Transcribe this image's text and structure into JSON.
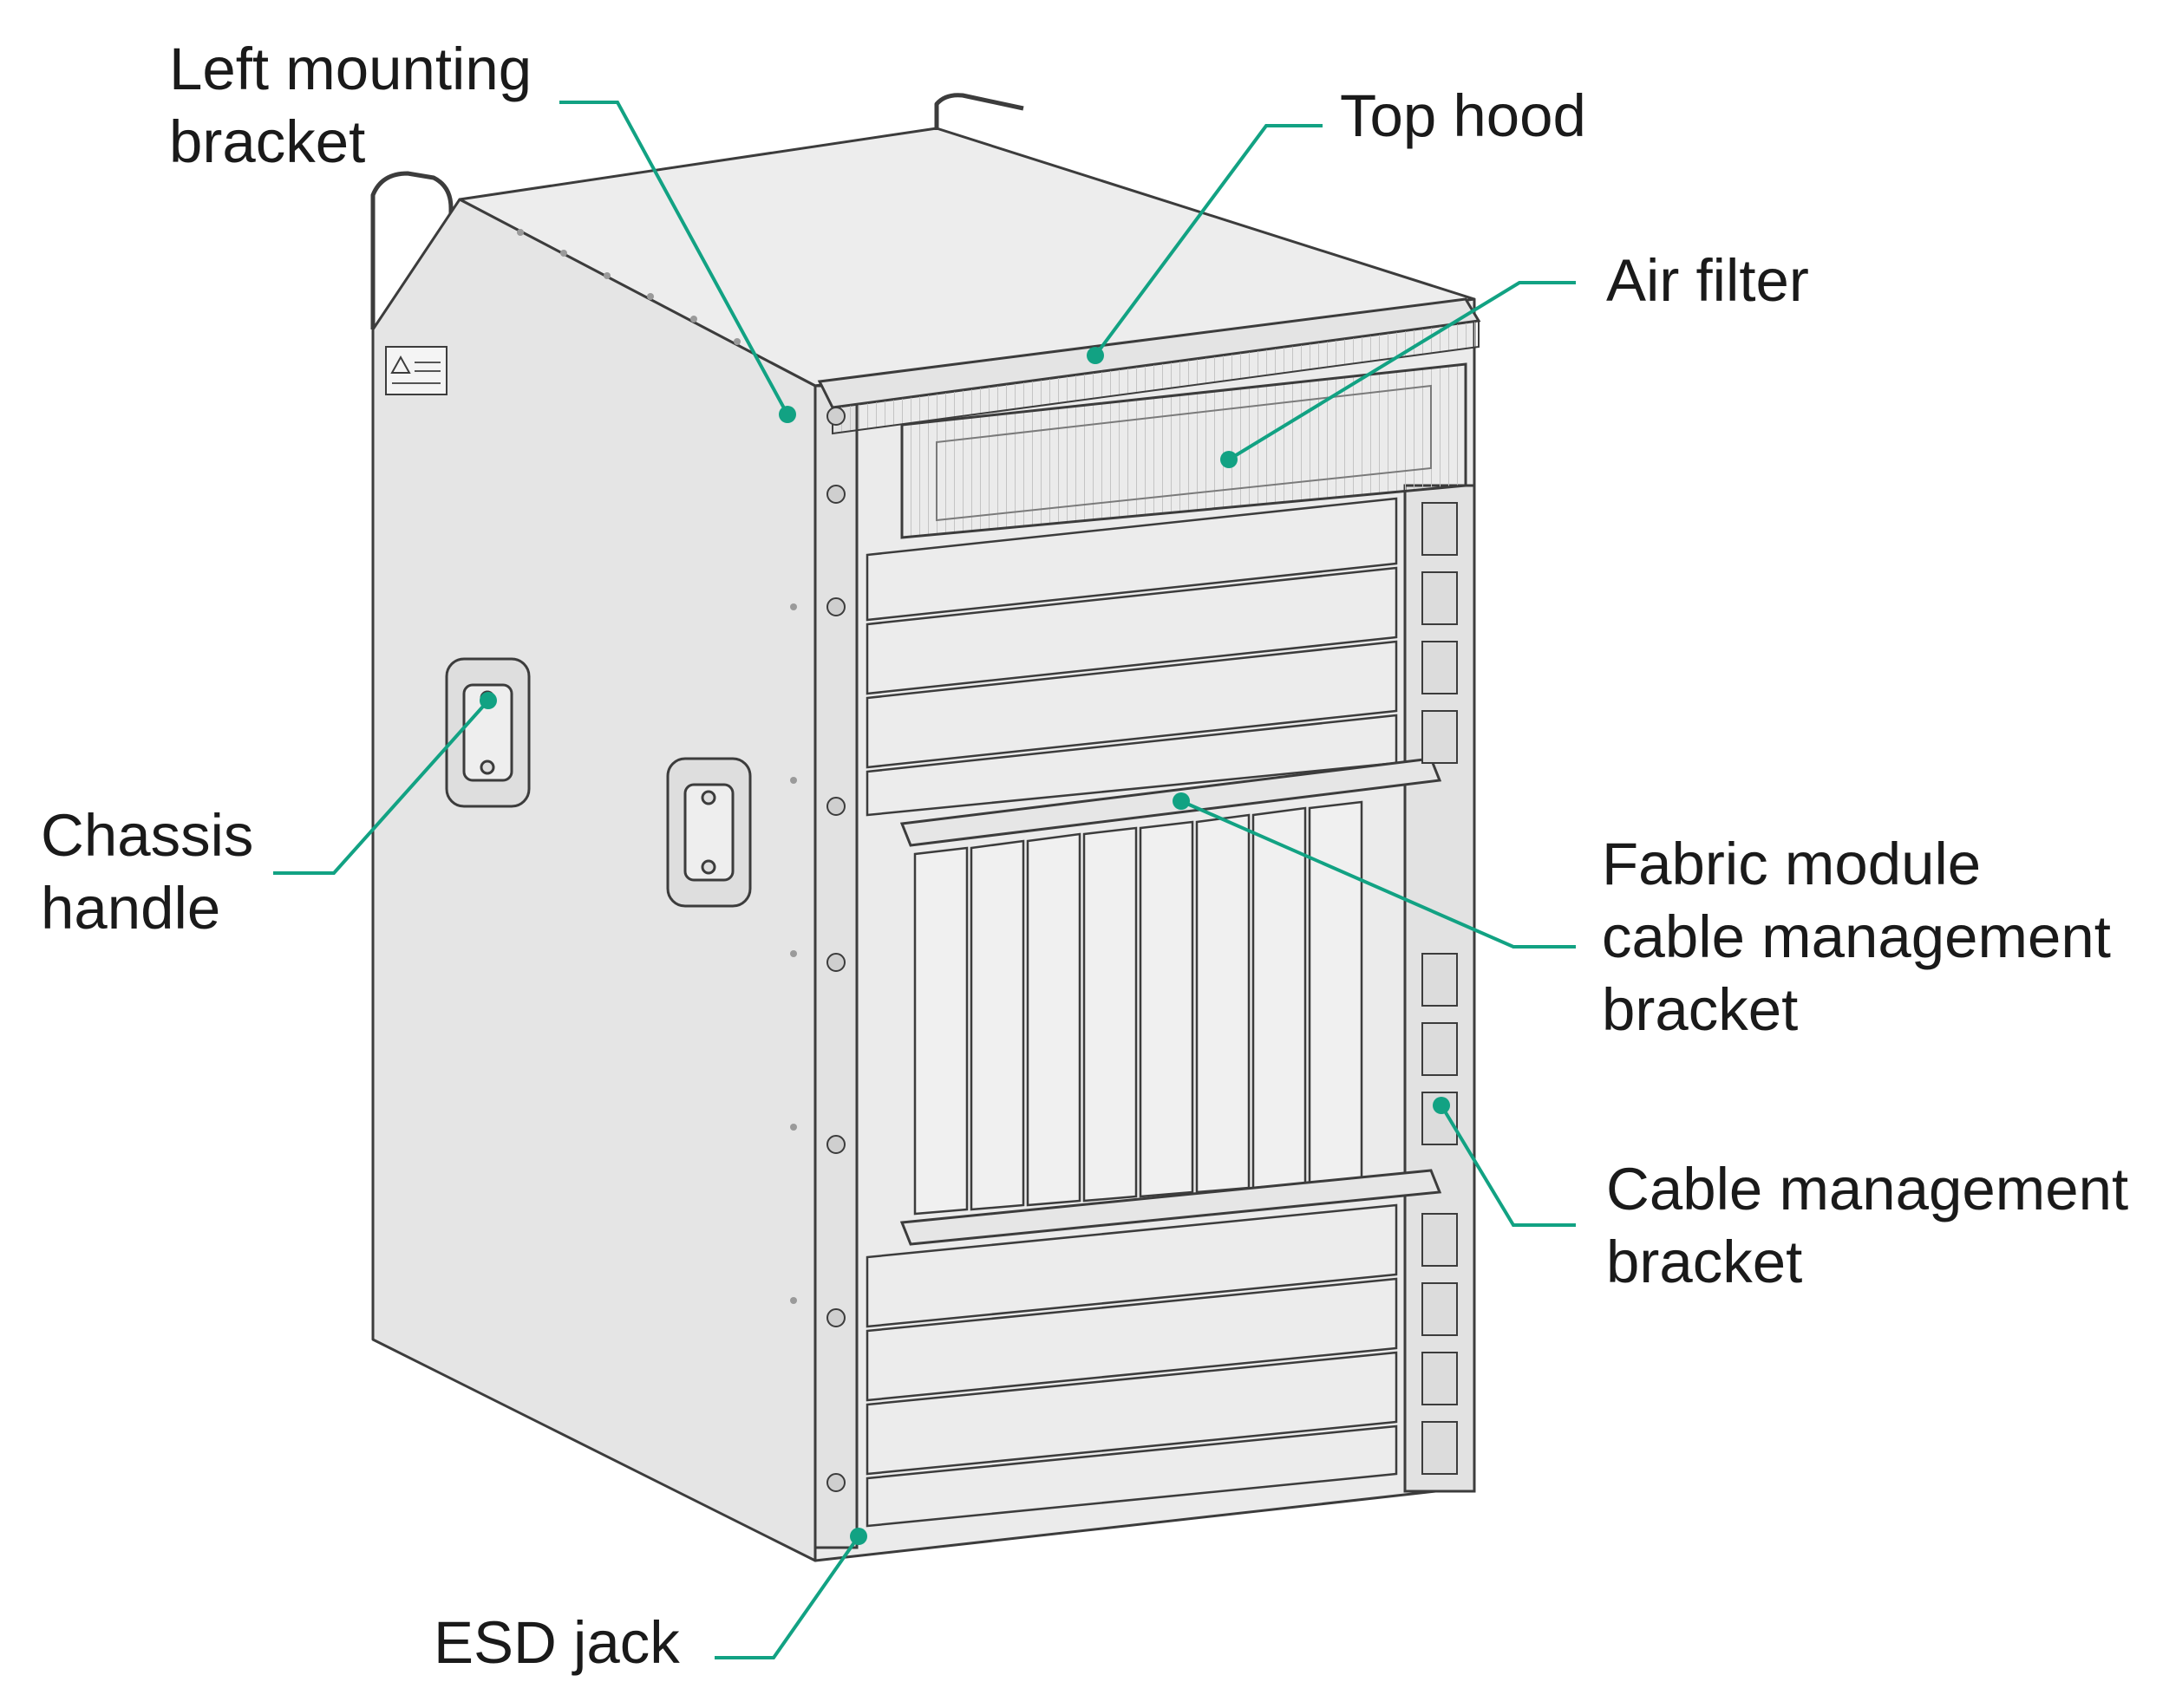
{
  "diagram": {
    "leader_color": "#12a283",
    "chassis_fill": "#e8e8e8",
    "chassis_stroke": "#3c3c3c",
    "callouts": [
      {
        "id": "left-mounting-bracket",
        "label": "Left mounting\nbracket"
      },
      {
        "id": "top-hood",
        "label": "Top hood"
      },
      {
        "id": "air-filter",
        "label": "Air filter"
      },
      {
        "id": "chassis-handle",
        "label": "Chassis\nhandle"
      },
      {
        "id": "fabric-module-cable-management-bracket",
        "label": "Fabric module\ncable management\nbracket"
      },
      {
        "id": "cable-management-bracket",
        "label": "Cable management\nbracket"
      },
      {
        "id": "esd-jack",
        "label": "ESD jack"
      }
    ]
  }
}
